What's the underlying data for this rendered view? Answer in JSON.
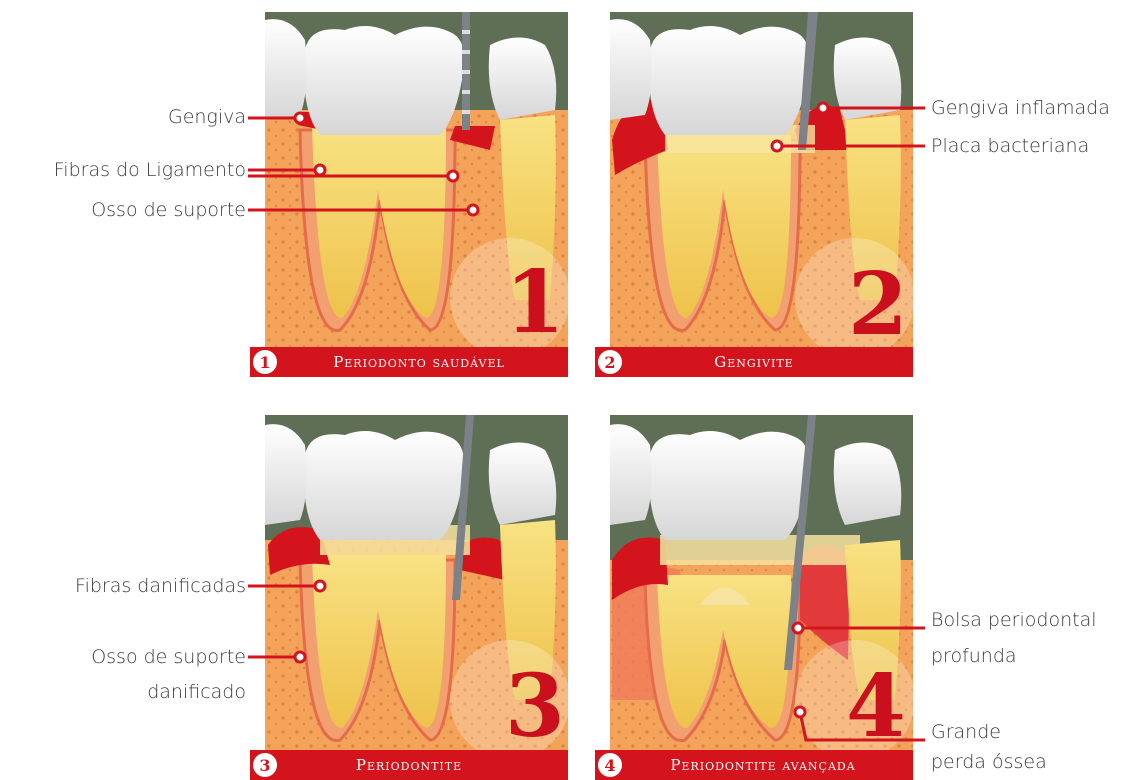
{
  "panels": [
    {
      "number": "1",
      "caption": "Periodonto saudável"
    },
    {
      "number": "2",
      "caption": "Gengivite"
    },
    {
      "number": "3",
      "caption": "Periodontite"
    },
    {
      "number": "4",
      "caption": "Periodontite avançada"
    }
  ],
  "labels": {
    "gengiva": "Gengiva",
    "fibras_ligamento": "Fibras do Ligamento",
    "osso_suporte": "Osso de suporte",
    "gengiva_inflamada": "Gengiva inflamada",
    "placa_bacteriana": "Placa bacteriana",
    "fibras_danificadas": "Fibras danificadas",
    "osso_danificado_1": "Osso de suporte",
    "osso_danificado_2": "danificado",
    "bolsa_1": "Bolsa periodontal",
    "bolsa_2": "profunda",
    "perda_1": "Grande",
    "perda_2": "perda óssea"
  },
  "colors": {
    "caption_red": "#d3141d",
    "gum_red": "#d3141d",
    "bone": "#f3a35a",
    "tooth": "#f1d36b",
    "crown": "#e9e9e9"
  }
}
